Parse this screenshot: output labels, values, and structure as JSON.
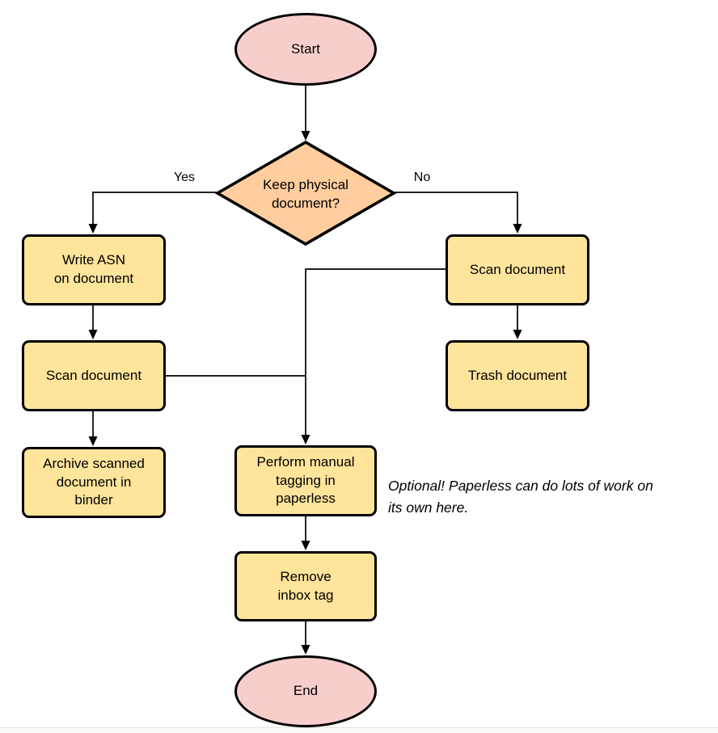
{
  "diagram": {
    "type": "flowchart",
    "nodes": {
      "start": {
        "shape": "terminator",
        "label": "Start"
      },
      "decision": {
        "shape": "diamond",
        "label": "Keep physical\ndocument?"
      },
      "write_asn": {
        "shape": "process",
        "label": "Write ASN\non document"
      },
      "scan_keep": {
        "shape": "process",
        "label": "Scan document"
      },
      "archive": {
        "shape": "process",
        "label": "Archive scanned\ndocument in\nbinder"
      },
      "scan_discard": {
        "shape": "process",
        "label": "Scan document"
      },
      "trash": {
        "shape": "process",
        "label": "Trash document"
      },
      "tagging": {
        "shape": "process",
        "label": "Perform manual\ntagging in\npaperless"
      },
      "remove_inbox": {
        "shape": "process",
        "label": "Remove\ninbox tag"
      },
      "end": {
        "shape": "terminator",
        "label": "End"
      }
    },
    "edges": [
      {
        "from": "start",
        "to": "decision",
        "label": ""
      },
      {
        "from": "decision",
        "to": "write_asn",
        "label": "Yes"
      },
      {
        "from": "decision",
        "to": "scan_discard",
        "label": "No"
      },
      {
        "from": "write_asn",
        "to": "scan_keep",
        "label": ""
      },
      {
        "from": "scan_keep",
        "to": "archive",
        "label": ""
      },
      {
        "from": "scan_keep",
        "to": "tagging",
        "label": ""
      },
      {
        "from": "scan_discard",
        "to": "trash",
        "label": ""
      },
      {
        "from": "scan_discard",
        "to": "tagging",
        "label": ""
      },
      {
        "from": "tagging",
        "to": "remove_inbox",
        "label": ""
      },
      {
        "from": "remove_inbox",
        "to": "end",
        "label": ""
      }
    ],
    "annotation": "Optional! Paperless can do lots of work on\nits own here."
  },
  "colors": {
    "terminator_fill": "#f8cecc",
    "decision_fill": "#ffcd9e",
    "process_fill": "#ffe49c",
    "stroke": "#000000",
    "connector": "#000000",
    "background": "#ffffff"
  }
}
